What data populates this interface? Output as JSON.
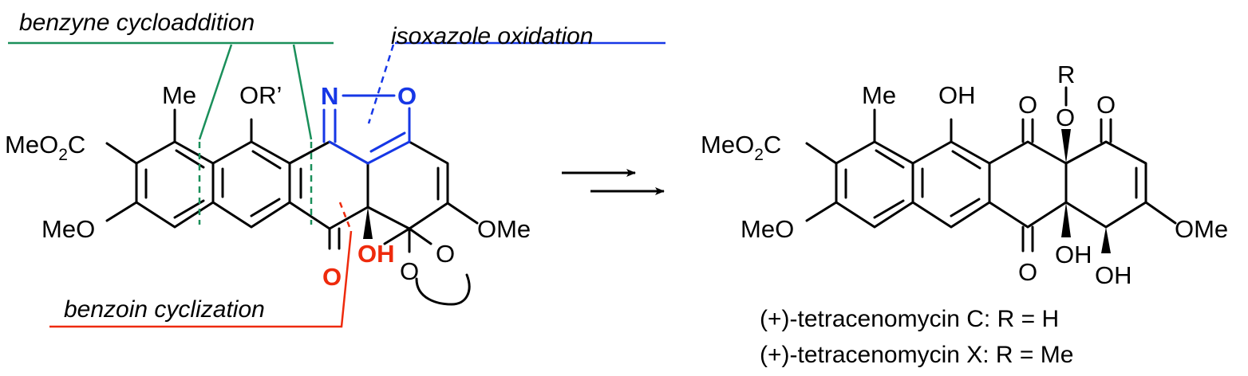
{
  "colors": {
    "green": "#1a8f5a",
    "blue": "#1637e6",
    "red": "#ee2a0c",
    "bond": "#000000"
  },
  "annotations": {
    "benzyne": "benzyne cycloaddition",
    "isoxazole": "isoxazole oxidation",
    "benzoin": "benzoin cyclization"
  },
  "left": {
    "me": "Me",
    "or_prime": "OR’",
    "n": "N",
    "o_isox": "O",
    "meo2c_a": "MeO",
    "meo2c_sub": "2",
    "meo2c_b": "C",
    "meo": "MeO",
    "ome": "OMe",
    "o_ketone": "O",
    "oh": "OH",
    "o_ketal_a": "O",
    "o_ketal_b": "O"
  },
  "right": {
    "me": "Me",
    "oh_top": "OH",
    "o_ketone_top": "O",
    "r": "R",
    "o_ether": "O",
    "o_enone": "O",
    "meo2c_a": "MeO",
    "meo2c_sub": "2",
    "meo2c_b": "C",
    "meo": "MeO",
    "ome": "OMe",
    "o_ketone_bottom": "O",
    "oh_a": "OH",
    "oh_b": "OH"
  },
  "captions": {
    "line1": "(+)-tetracenomycin C:  R = H",
    "line2": "(+)-tetracenomycin X:  R = Me"
  }
}
